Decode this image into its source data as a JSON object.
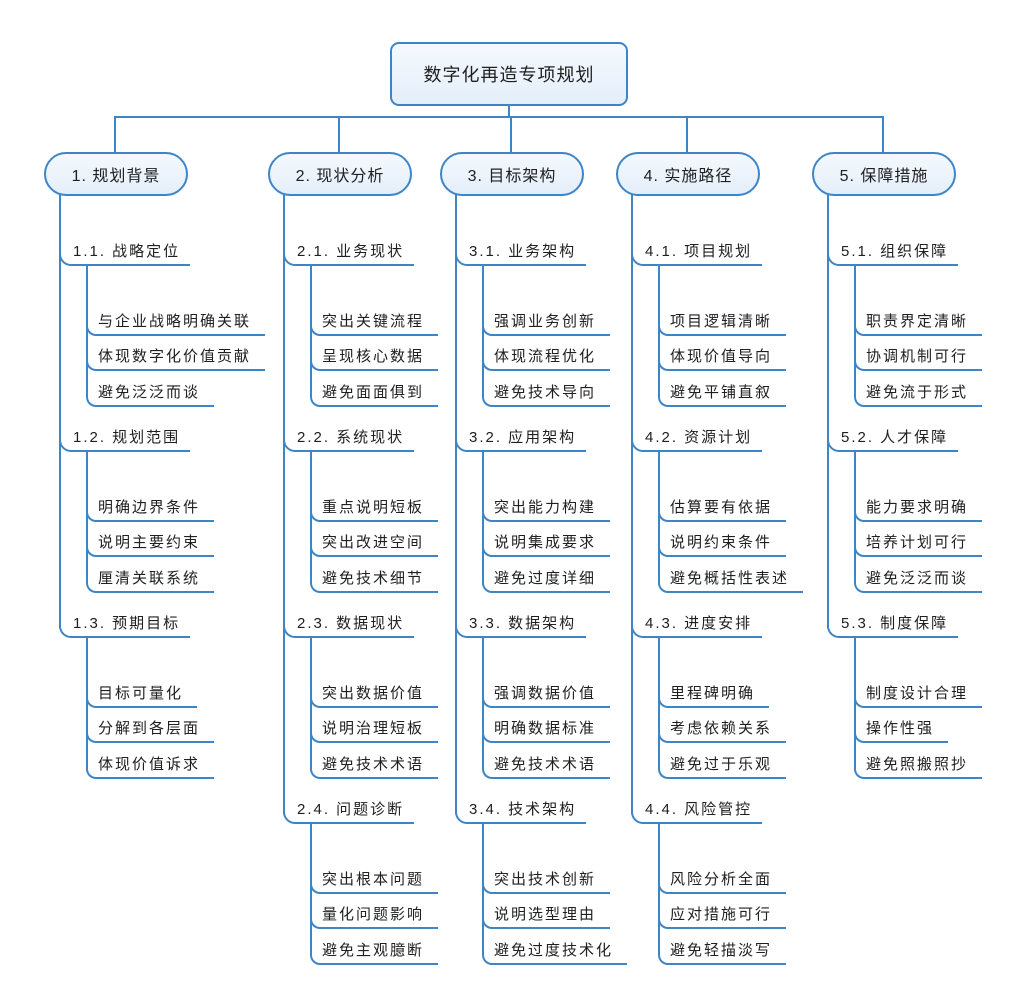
{
  "root": {
    "label": "数字化再造专项规划"
  },
  "branches": [
    {
      "label": "1. 规划背景",
      "subtopics": [
        {
          "label": "1.1. 战略定位",
          "items": [
            "与企业战略明确关联",
            "体现数字化价值贡献",
            "避免泛泛而谈"
          ]
        },
        {
          "label": "1.2. 规划范围",
          "items": [
            "明确边界条件",
            "说明主要约束",
            "厘清关联系统"
          ]
        },
        {
          "label": "1.3. 预期目标",
          "items": [
            "目标可量化",
            "分解到各层面",
            "体现价值诉求"
          ]
        }
      ]
    },
    {
      "label": "2. 现状分析",
      "subtopics": [
        {
          "label": "2.1. 业务现状",
          "items": [
            "突出关键流程",
            "呈现核心数据",
            "避免面面俱到"
          ]
        },
        {
          "label": "2.2. 系统现状",
          "items": [
            "重点说明短板",
            "突出改进空间",
            "避免技术细节"
          ]
        },
        {
          "label": "2.3. 数据现状",
          "items": [
            "突出数据价值",
            "说明治理短板",
            "避免技术术语"
          ]
        },
        {
          "label": "2.4. 问题诊断",
          "items": [
            "突出根本问题",
            "量化问题影响",
            "避免主观臆断"
          ]
        }
      ]
    },
    {
      "label": "3. 目标架构",
      "subtopics": [
        {
          "label": "3.1. 业务架构",
          "items": [
            "强调业务创新",
            "体现流程优化",
            "避免技术导向"
          ]
        },
        {
          "label": "3.2. 应用架构",
          "items": [
            "突出能力构建",
            "说明集成要求",
            "避免过度详细"
          ]
        },
        {
          "label": "3.3. 数据架构",
          "items": [
            "强调数据价值",
            "明确数据标准",
            "避免技术术语"
          ]
        },
        {
          "label": "3.4. 技术架构",
          "items": [
            "突出技术创新",
            "说明选型理由",
            "避免过度技术化"
          ]
        }
      ]
    },
    {
      "label": "4. 实施路径",
      "subtopics": [
        {
          "label": "4.1. 项目规划",
          "items": [
            "项目逻辑清晰",
            "体现价值导向",
            "避免平铺直叙"
          ]
        },
        {
          "label": "4.2. 资源计划",
          "items": [
            "估算要有依据",
            "说明约束条件",
            "避免概括性表述"
          ]
        },
        {
          "label": "4.3. 进度安排",
          "items": [
            "里程碑明确",
            "考虑依赖关系",
            "避免过于乐观"
          ]
        },
        {
          "label": "4.4. 风险管控",
          "items": [
            "风险分析全面",
            "应对措施可行",
            "避免轻描淡写"
          ]
        }
      ]
    },
    {
      "label": "5. 保障措施",
      "subtopics": [
        {
          "label": "5.1. 组织保障",
          "items": [
            "职责界定清晰",
            "协调机制可行",
            "避免流于形式"
          ]
        },
        {
          "label": "5.2. 人才保障",
          "items": [
            "能力要求明确",
            "培养计划可行",
            "避免泛泛而谈"
          ]
        },
        {
          "label": "5.3. 制度保障",
          "items": [
            "制度设计合理",
            "操作性强",
            "避免照搬照抄"
          ]
        }
      ]
    }
  ],
  "colors": {
    "line": "#3d85c6",
    "node_border": "#3d85c6",
    "node_fill_top": "#f5f9fe",
    "node_fill_bottom": "#e4eefa",
    "text": "#202020",
    "background": "#ffffff"
  }
}
